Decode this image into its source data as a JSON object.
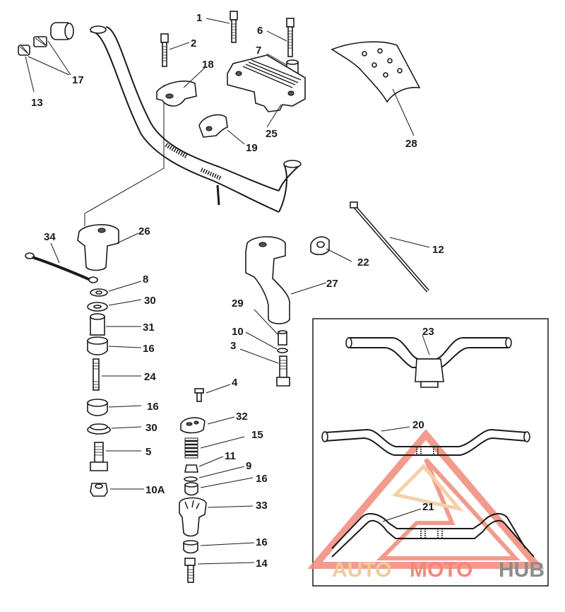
{
  "diagram": {
    "part_labels": [
      "1",
      "2",
      "3",
      "4",
      "5",
      "6",
      "7",
      "8",
      "9",
      "10",
      "10A",
      "11",
      "12",
      "13",
      "14",
      "15",
      "16",
      "16",
      "16",
      "16",
      "17",
      "18",
      "19",
      "20",
      "21",
      "22",
      "23",
      "24",
      "25",
      "26",
      "27",
      "28",
      "29",
      "30",
      "30",
      "31",
      "32",
      "33",
      "34"
    ]
  },
  "watermark": {
    "text_auto": "AUTO",
    "text_moto": "MOTO",
    "text_hub": "HUB",
    "color_primary": "#f08a7a",
    "color_secondary": "#f5c89a",
    "color_hub": "#8c8c8c"
  },
  "colors": {
    "line": "#1a1a1a",
    "background": "#ffffff"
  }
}
